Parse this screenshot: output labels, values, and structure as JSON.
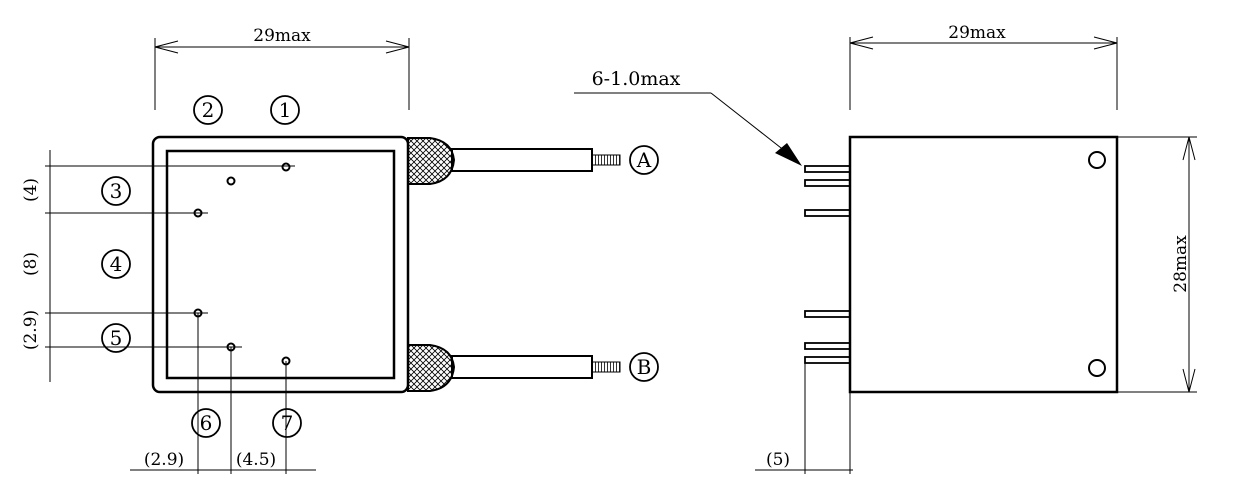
{
  "front_view": {
    "width_dim": "29max",
    "pin_labels": [
      "1",
      "2",
      "3",
      "4",
      "5",
      "6",
      "7"
    ],
    "lead_labels": [
      "A",
      "B"
    ],
    "vertical_dims": [
      "(4)",
      "(8)",
      "(2.9)"
    ],
    "bottom_dims": [
      "(2.9)",
      "(4.5)"
    ]
  },
  "side_view": {
    "width_dim": "29max",
    "pin_callout": "6-1.0max",
    "height_dim": "28max",
    "pin_length_dim": "(5)"
  }
}
